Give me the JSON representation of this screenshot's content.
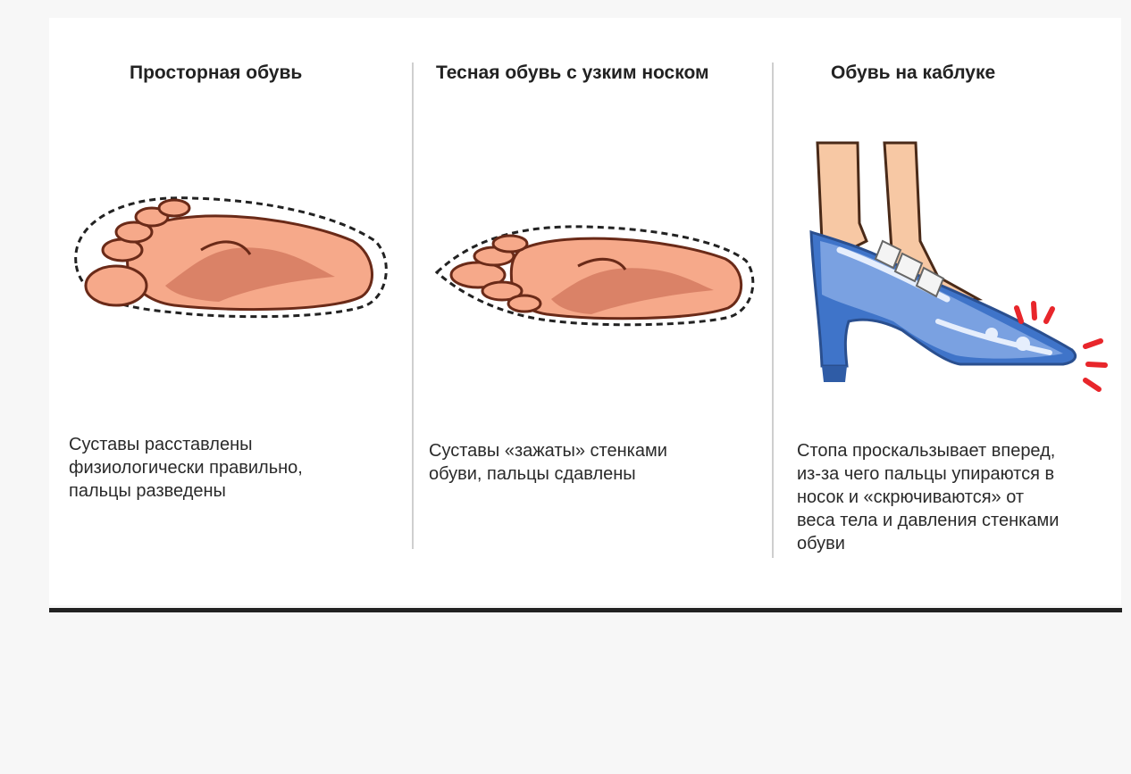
{
  "panels": [
    {
      "title": "Просторная обувь",
      "caption_lines": [
        "Суставы расставлены",
        "физиологически правильно,",
        "пальцы разведены"
      ]
    },
    {
      "title": "Тесная обувь с узким носком",
      "caption_lines": [
        "Суставы «зажаты» стенками",
        "обуви, пальцы сдавлены"
      ]
    },
    {
      "title": "Обувь на каблуке",
      "caption_lines": [
        "Стопа проскальзывает вперед,",
        "из-за чего пальцы упираются в",
        "носок и «скрючиваются» от",
        "веса тела и давления стенками",
        "обуви"
      ]
    }
  ],
  "colors": {
    "skin": "#f6a98a",
    "skin_shadow": "#c86950",
    "outline": "#6a2a18",
    "shoe": "#3f74c9",
    "pain": "#e8262b",
    "divider": "#cfcfcf",
    "rule": "#222222"
  }
}
